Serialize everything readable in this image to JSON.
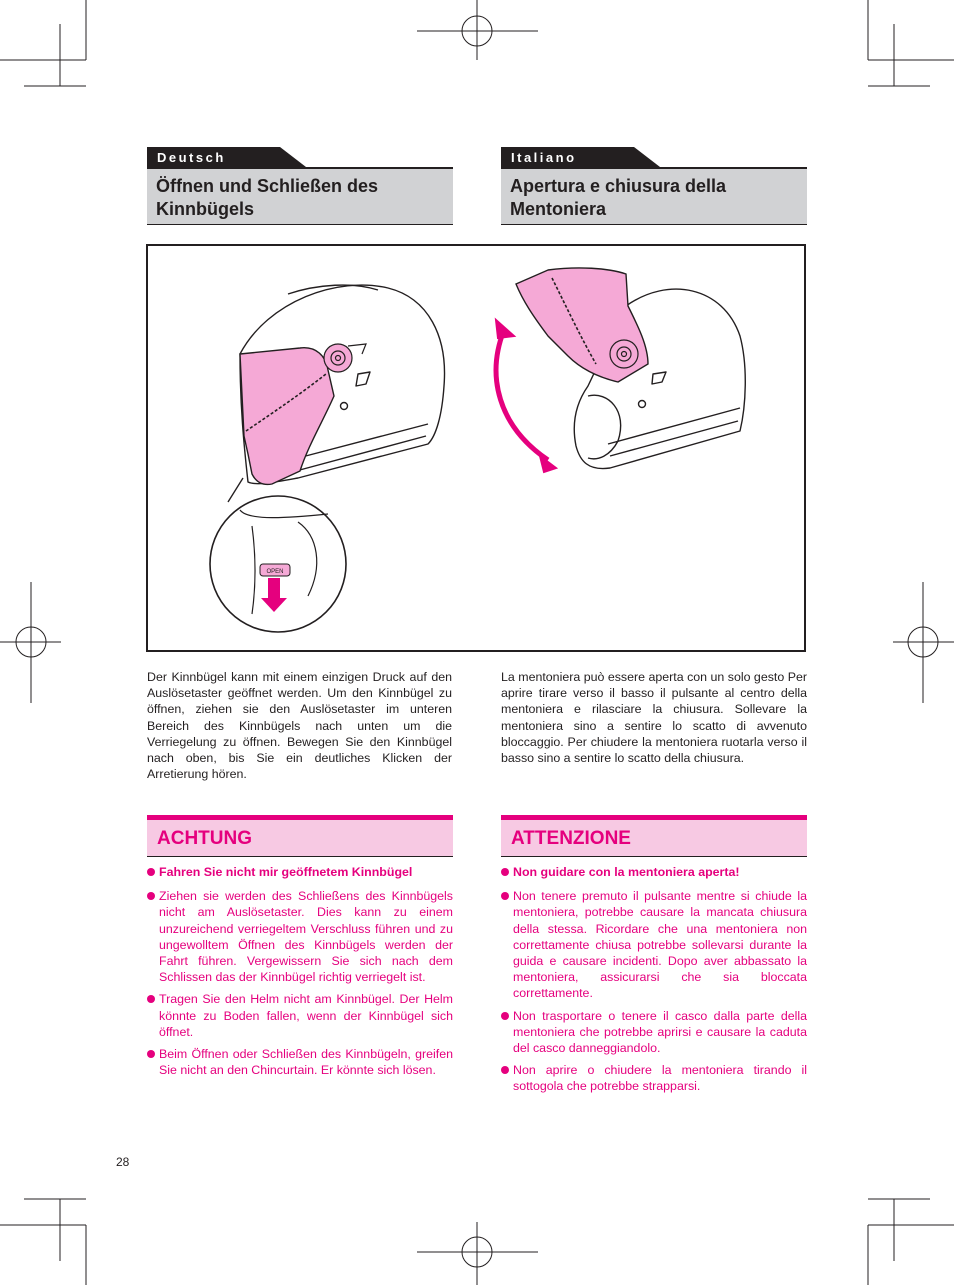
{
  "left": {
    "language": "Deutsch",
    "title": "Öffnen und Schließen des Kinnbügels",
    "body": "Der Kinnbügel kann mit einem einzigen Druck auf den Auslösetaster geöffnet werden. Um den Kinnbügel zu öffnen, ziehen sie den Auslösetaster im unteren Bereich des Kinnbügels nach unten um die Verriegelung zu öffnen. Bewegen Sie den Kinnbügel nach oben, bis Sie ein deutliches Klicken der Arretierung hören.",
    "warning_title": "ACHTUNG",
    "warnings": [
      "Fahren Sie nicht mir geöffnetem Kinnbügel",
      "Ziehen sie werden des Schließens des Kinnbügels nicht am Auslösetaster. Dies kann zu einem unzureichend verriegeltem Verschluss führen und zu ungewolltem Öffnen des Kinnbügels werden der Fahrt führen. Vergewissern Sie sich nach dem Schlissen das der Kinnbügel richtig verriegelt ist.",
      "Tragen Sie den Helm nicht am Kinnbügel. Der Helm könnte zu Boden fallen, wenn der Kinnbügel sich öffnet.",
      "Beim Öffnen oder Schließen des Kinnbügeln, greifen Sie nicht an den Chincurtain. Er könnte sich lösen."
    ]
  },
  "right": {
    "language": "Italiano",
    "title": "Apertura e chiusura della Mentoniera",
    "body": "La mentoniera può essere aperta con un solo gesto Per aprire tirare verso il basso il pulsante al centro della mentoniera e rilasciare la chiusura. Sollevare la mentoniera sino a sentire lo scatto di avvenuto bloccaggio. Per chiudere la mentoniera ruotarla verso il basso sino a sentire lo scatto della chiusura.",
    "warning_title": "ATTENZIONE",
    "warnings": [
      "Non guidare con la mentoniera aperta!",
      "Non tenere premuto il pulsante mentre si chiude la mentoniera, potrebbe causare la mancata chiusura della stessa. Ricordare che una mentoniera non correttamente chiusa potrebbe sollevarsi durante la guida e causare incidenti. Dopo aver abbassato la mentoniera, assicurarsi che sia bloccata correttamente.",
      "Non trasportare o tenere il casco dalla parte della mentoniera che potrebbe aprirsi e causare la caduta del casco danneggiandolo.",
      "Non aprire o chiudere la mentoniera tirando il sottogola che potrebbe strapparsi."
    ]
  },
  "figure": {
    "button_label": "OPEN"
  },
  "page_number": "28",
  "colors": {
    "accent": "#e5007e",
    "chin_bar_pink": "#f5a9d6",
    "header_gray": "#d1d2d4",
    "dark": "#231f20"
  }
}
